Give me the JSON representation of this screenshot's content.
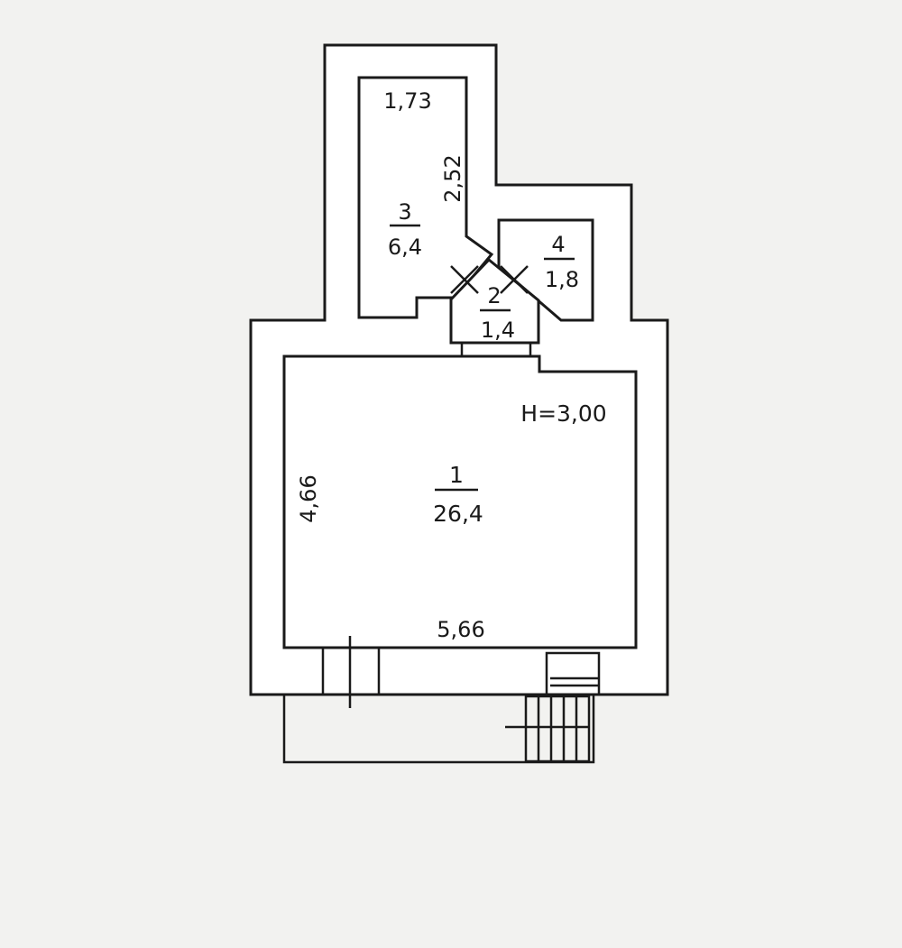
{
  "plan": {
    "rooms": [
      {
        "number": "1",
        "area": "26,4"
      },
      {
        "number": "2",
        "area": "1,4"
      },
      {
        "number": "3",
        "area": "6,4"
      },
      {
        "number": "4",
        "area": "1,8"
      }
    ],
    "dimensions": {
      "room3_width": "1,73",
      "room3_length": "2,52",
      "room1_height": "4,66",
      "room1_width": "5,66"
    },
    "ceiling_height": "H=3,00"
  },
  "colors": {
    "background": "#f2f2f0",
    "line": "#1a1a1a",
    "fill": "#ffffff"
  }
}
